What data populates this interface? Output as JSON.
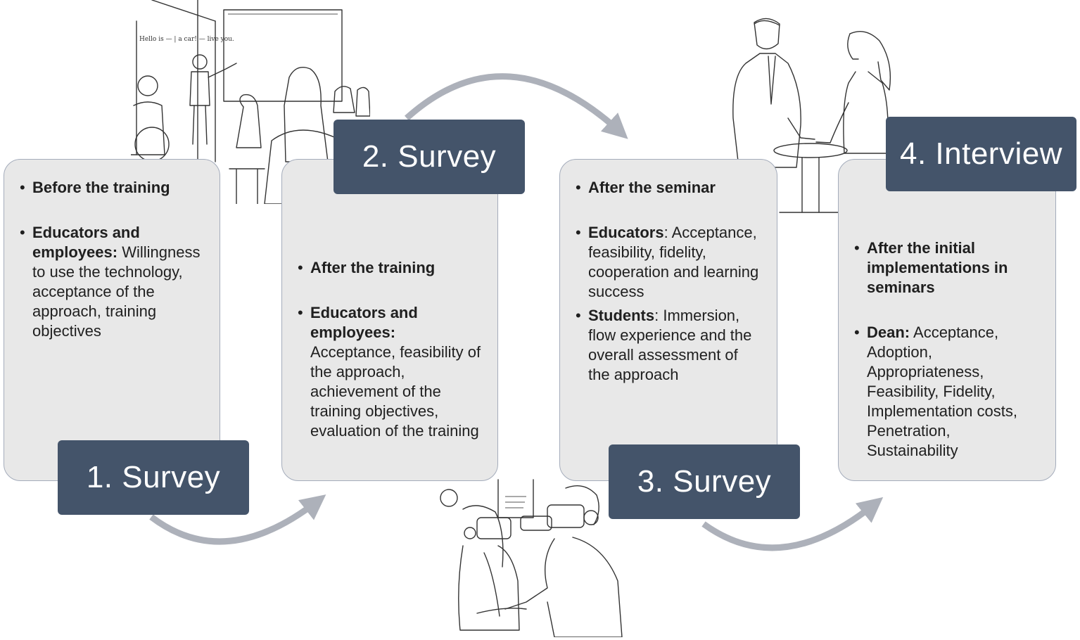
{
  "stages": [
    {
      "label": "1. Survey",
      "bullet1": "Before the training",
      "bullet2_bold": "Educators and employees:",
      "bullet2_text": "Willingness to use the technology, acceptance of the approach, training objectives"
    },
    {
      "label": "2. Survey",
      "bullet1": "After the training",
      "bullet2_bold": "Educators and employees:",
      "bullet2_text": "Acceptance, feasibility of the approach, achievement of the training objectives, evaluation of the training"
    },
    {
      "label": "3. Survey",
      "bullet1": "After the seminar",
      "bullet2_bold": "Educators",
      "bullet2_text": ": Acceptance, feasibility, fidelity, cooperation and learning success",
      "bullet3_bold": "Students",
      "bullet3_text": ": Immersion, flow experience and the overall assessment of the approach"
    },
    {
      "label": "4. Interview",
      "bullet1": "After the initial implementations in seminars",
      "bullet2_bold": "Dean:",
      "bullet2_text": " Acceptance, Adoption, Appropriateness, Feasibility, Fidelity, Implementation costs, Penetration, Sustainability"
    }
  ],
  "board_text": "Hello is — | a car! — live you.",
  "colors": {
    "label_bg": "#44546a",
    "card_bg": "#e8e8e8",
    "card_border": "#a4acbb",
    "arrow": "#adb1ba"
  },
  "illustrations": [
    "classroom-sketch",
    "vr-headset-sketch",
    "handshake-sketch"
  ]
}
